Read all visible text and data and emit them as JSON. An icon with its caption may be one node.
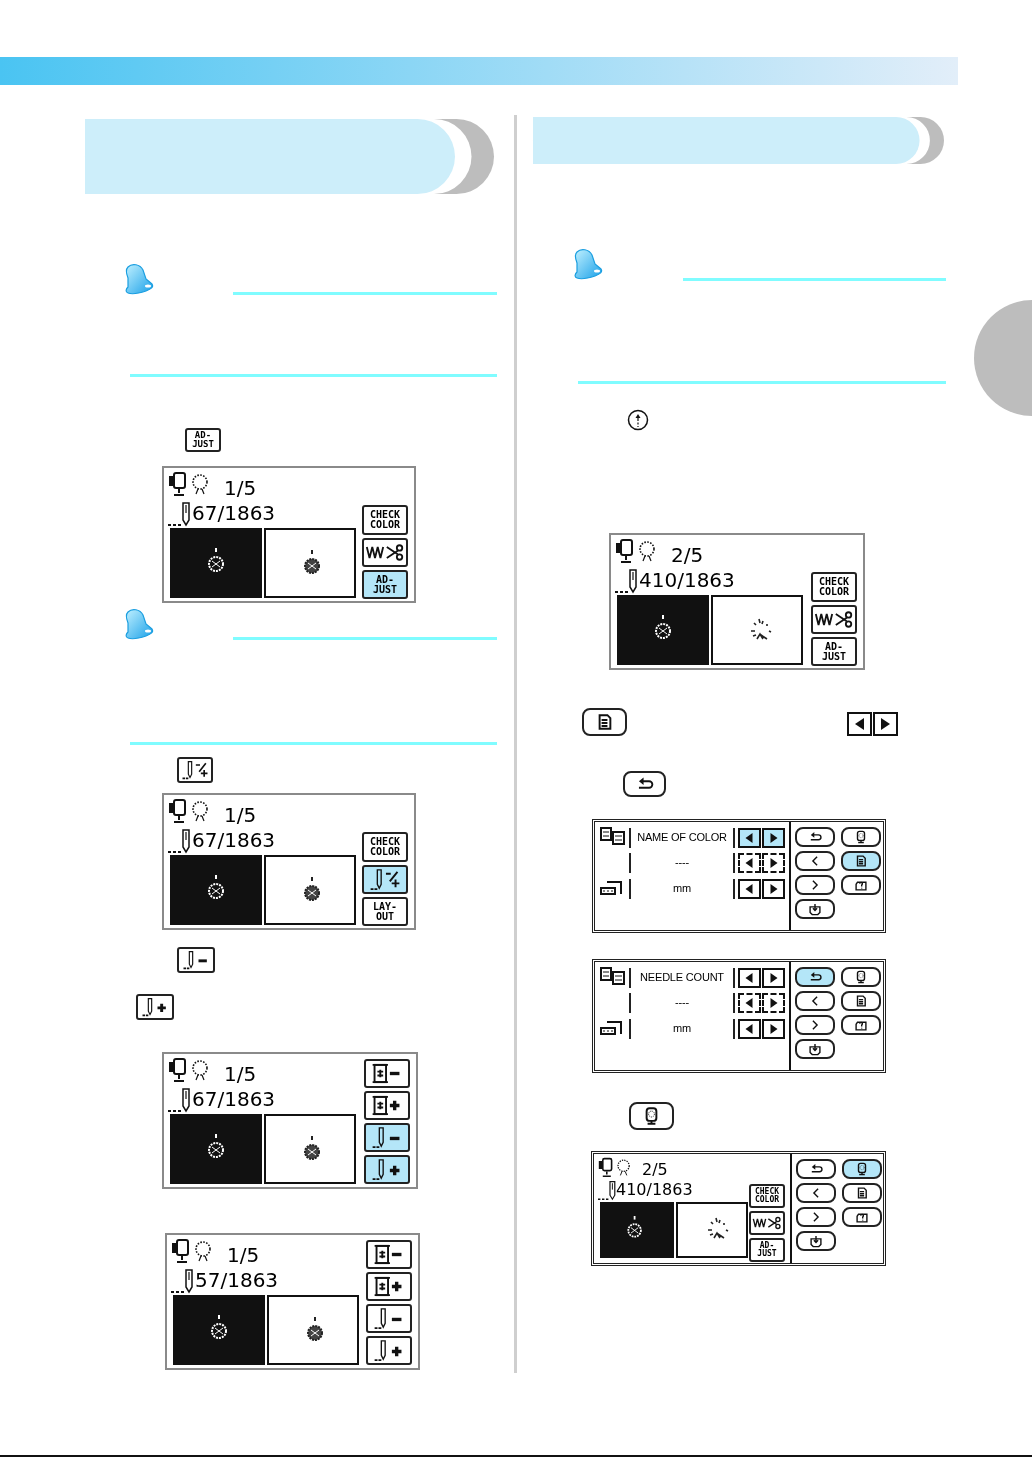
{
  "diagram": {
    "nodes": [
      {
        "text": [
          "AD- JUST"
        ]
      },
      {
        "text": [
          "1/5",
          "67/1863"
        ]
      },
      {
        "text": [
          "CHECK COLOR"
        ],
        "in": 1
      },
      {
        "text": [
          "AD- JUST"
        ],
        "in": 1
      },
      {
        "text": [
          "1/5",
          "67/1863"
        ]
      },
      {
        "text": [
          "CHECK COLOR"
        ],
        "in": 4
      },
      {
        "text": [
          "LAY- OUT"
        ],
        "in": 4
      },
      {
        "text": [
          "1/5",
          "67/1863"
        ]
      },
      {
        "text": [
          "1/5",
          "57/1863"
        ]
      },
      {
        "text": [
          "2/5",
          "410/1863"
        ]
      },
      {
        "text": [
          "CHECK COLOR"
        ],
        "in": 9
      },
      {
        "text": [
          "AD- JUST"
        ],
        "in": 9
      },
      {
        "text": [
          "NAME OF COLOR",
          "----",
          "mm"
        ]
      },
      {
        "text": [
          "NEEDLE COUNT",
          "----",
          "mm"
        ]
      },
      {
        "text": [
          "2/5",
          "410/1863"
        ]
      },
      {
        "text": [
          "CHECK COLOR"
        ],
        "in": 14
      },
      {
        "text": [
          "AD- JUST"
        ],
        "in": 14
      },
      {
        "text": [],
        "shape": "circle"
      }
    ]
  }
}
